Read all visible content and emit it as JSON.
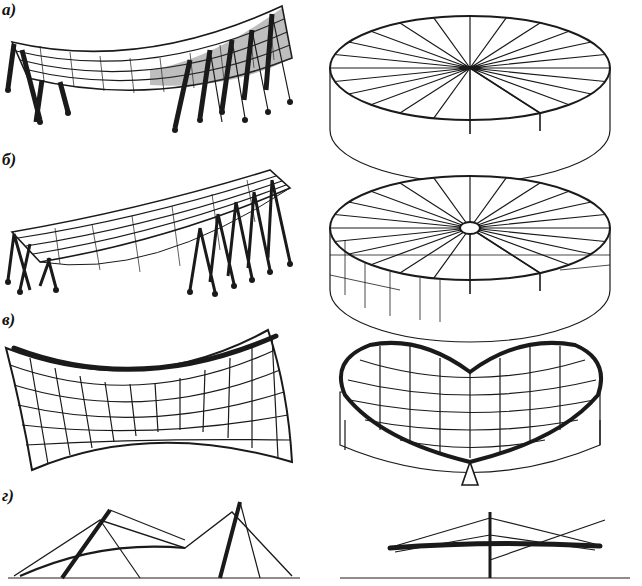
{
  "diagram": {
    "labels": [
      "а)",
      "б)",
      "в)",
      "г)"
    ]
  }
}
